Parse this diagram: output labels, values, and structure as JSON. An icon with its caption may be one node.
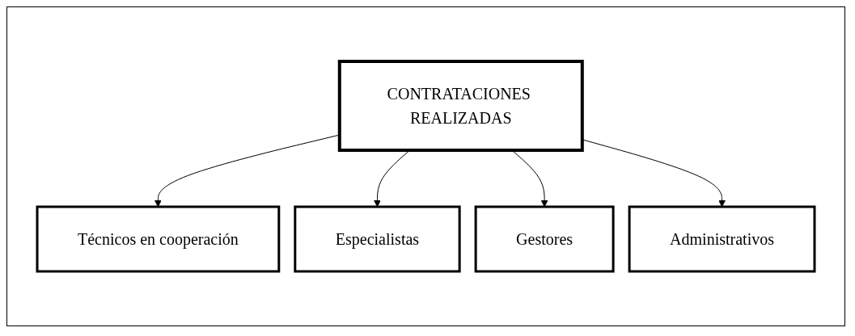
{
  "diagram": {
    "nodes": [
      {
        "text": [
          "CONTRATACIONES REALIZADAS"
        ]
      },
      {
        "text": [
          "Técnicos en cooperación"
        ]
      },
      {
        "text": [
          "Especialistas"
        ]
      },
      {
        "text": [
          "Gestores"
        ]
      },
      {
        "text": [
          "Administrativos"
        ]
      }
    ],
    "edges": [
      {
        "from": 0,
        "to": 1,
        "arrow": "to"
      },
      {
        "from": 0,
        "to": 2,
        "arrow": "to"
      },
      {
        "from": 0,
        "to": 3,
        "arrow": "to"
      },
      {
        "from": 0,
        "to": 4,
        "arrow": "to"
      }
    ]
  }
}
